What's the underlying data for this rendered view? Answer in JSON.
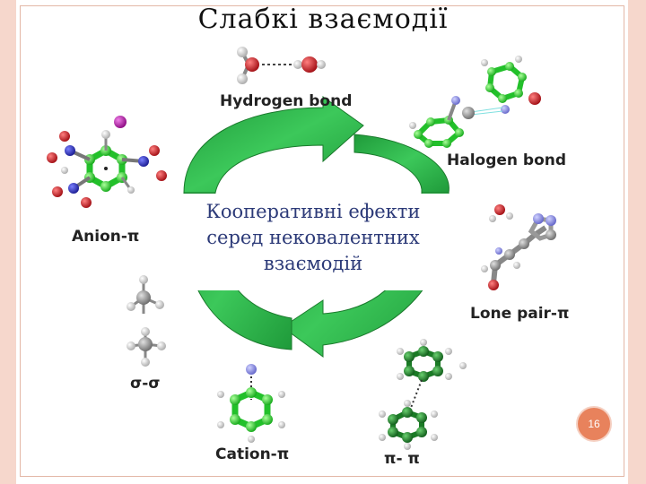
{
  "title": "Слабкі взаємодії",
  "center": {
    "line1": "Кооперативні ефекти",
    "line2": "серед нековалентних",
    "line3": "взаємодій"
  },
  "labels": {
    "hydrogen_bond": "Hydrogen bond",
    "halogen_bond": "Halogen bond",
    "anion_pi": "Anion-π",
    "lone_pair_pi": "Lone pair-π",
    "sigma_sigma": "σ-σ",
    "cation_pi": "Cation-π",
    "pi_pi": "π- π"
  },
  "page_number": "16",
  "colors": {
    "arrow": "#2db24a",
    "carbon": "#22c02a",
    "oxygen": "#c0141c",
    "hydrogen": "#e8e8e8",
    "nitrogen": "#2d2fb0",
    "gray_carbon": "#9a9a9a",
    "iodine": "#b0189c",
    "cation": "#8f90e0",
    "dark_green": "#1a7a25",
    "badge": "#e8825c",
    "frame": "#f6d7cc"
  }
}
